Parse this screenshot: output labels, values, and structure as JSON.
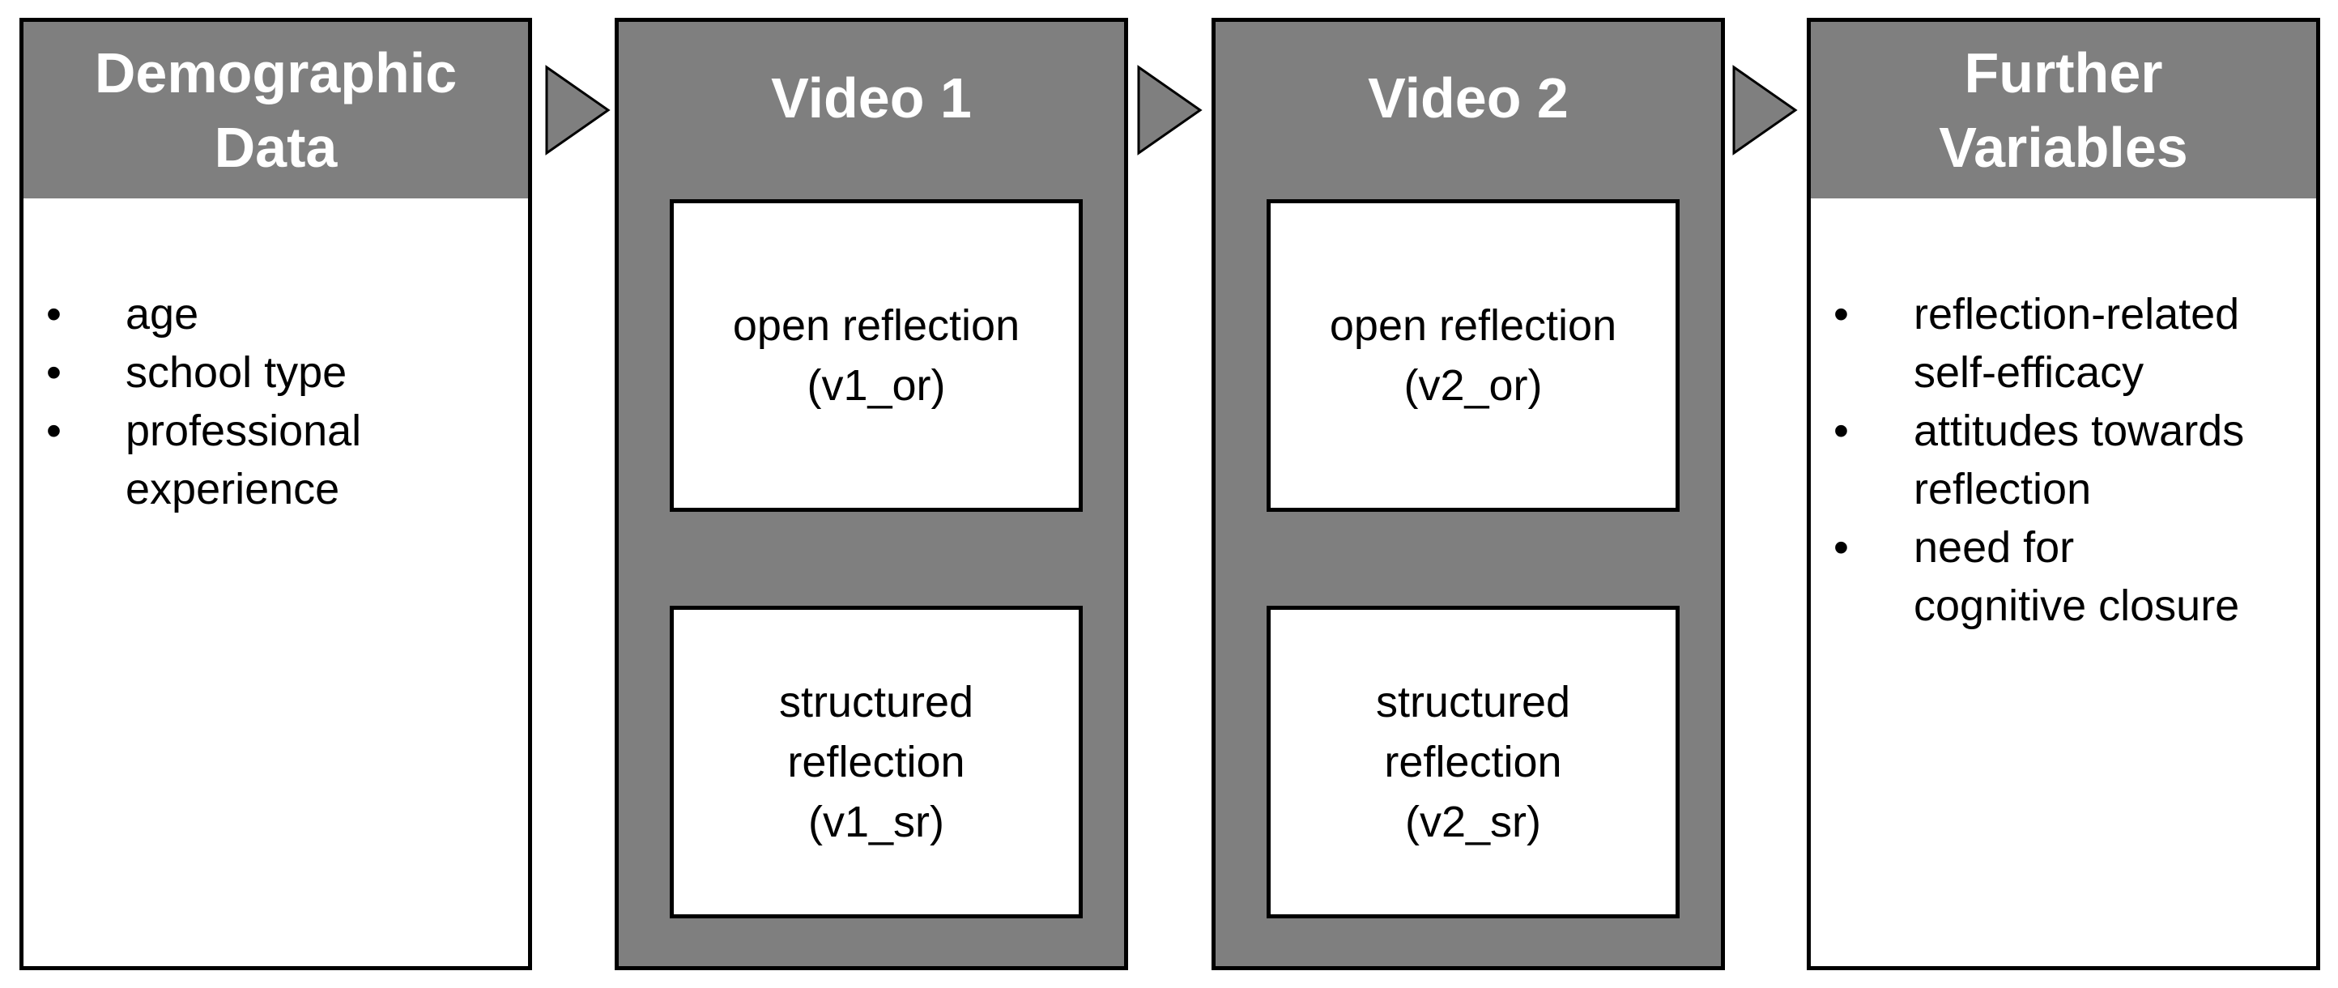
{
  "colors": {
    "header_fill": "#7f7f7f",
    "border": "#000000",
    "title_text": "#ffffff",
    "body_text": "#000000"
  },
  "panels": {
    "demographic": {
      "title": "Demographic\nData",
      "items": [
        {
          "bullet": "•",
          "text": "age"
        },
        {
          "bullet": "•",
          "text": "school type"
        },
        {
          "bullet": "•",
          "text": "professional\nexperience"
        }
      ]
    },
    "video1": {
      "title": "Video 1",
      "boxes": [
        {
          "text": "open reflection\n(v1_or)"
        },
        {
          "text": "structured\nreflection\n(v1_sr)"
        }
      ]
    },
    "video2": {
      "title": "Video 2",
      "boxes": [
        {
          "text": "open reflection\n(v2_or)"
        },
        {
          "text": "structured\nreflection\n(v2_sr)"
        }
      ]
    },
    "further": {
      "title": "Further\nVariables",
      "items": [
        {
          "bullet": "•",
          "text": "reflection-related\nself-efficacy"
        },
        {
          "bullet": "•",
          "text": "attitudes towards\nreflection"
        },
        {
          "bullet": "•",
          "text": "need for\ncognitive closure"
        }
      ]
    }
  }
}
